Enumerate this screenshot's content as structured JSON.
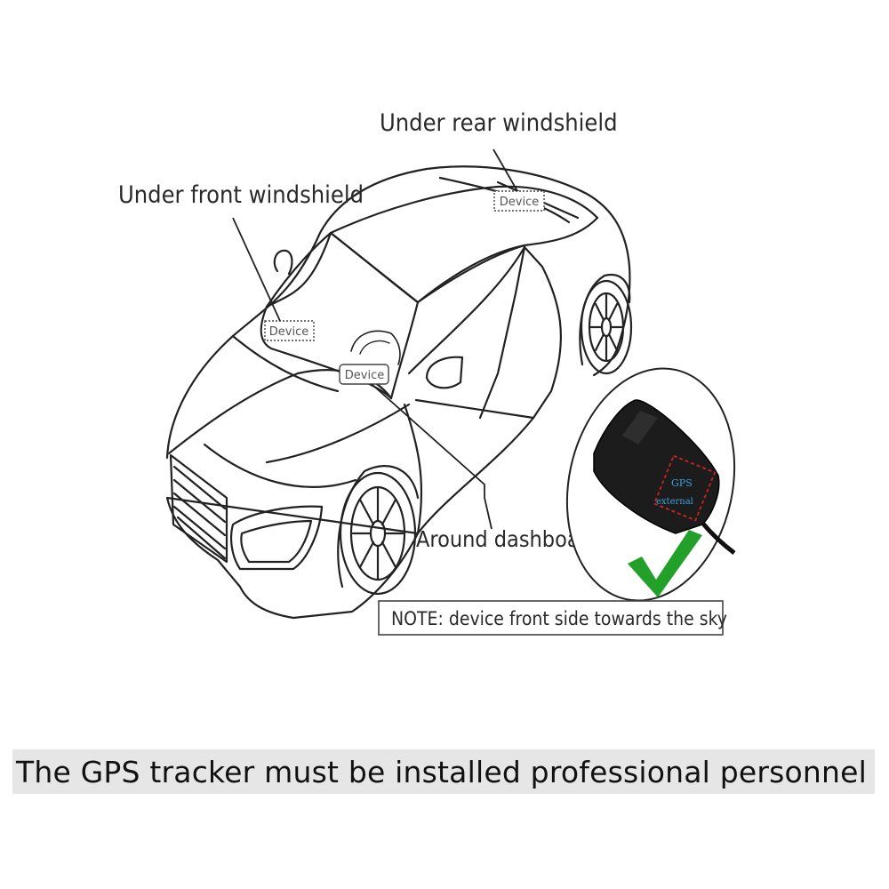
{
  "labels": {
    "rear": "Under rear windshield",
    "front": "Under front windshield",
    "dashboard": "Around dashboard"
  },
  "device_tag": "Device",
  "note": "NOTE: device front side towards the sky",
  "tracker": {
    "label_top": "GPS",
    "label_bottom": "external"
  },
  "caption": "The GPS tracker must be installed professional personnel",
  "colors": {
    "line": "#222222",
    "check": "#22a02a",
    "dashed_box": "#cc2222",
    "tracker_text": "#3aa0e0",
    "caption_bg": "#e6e6e6"
  },
  "icons": [
    "car-illustration",
    "gps-tracker-icon",
    "check-icon"
  ]
}
